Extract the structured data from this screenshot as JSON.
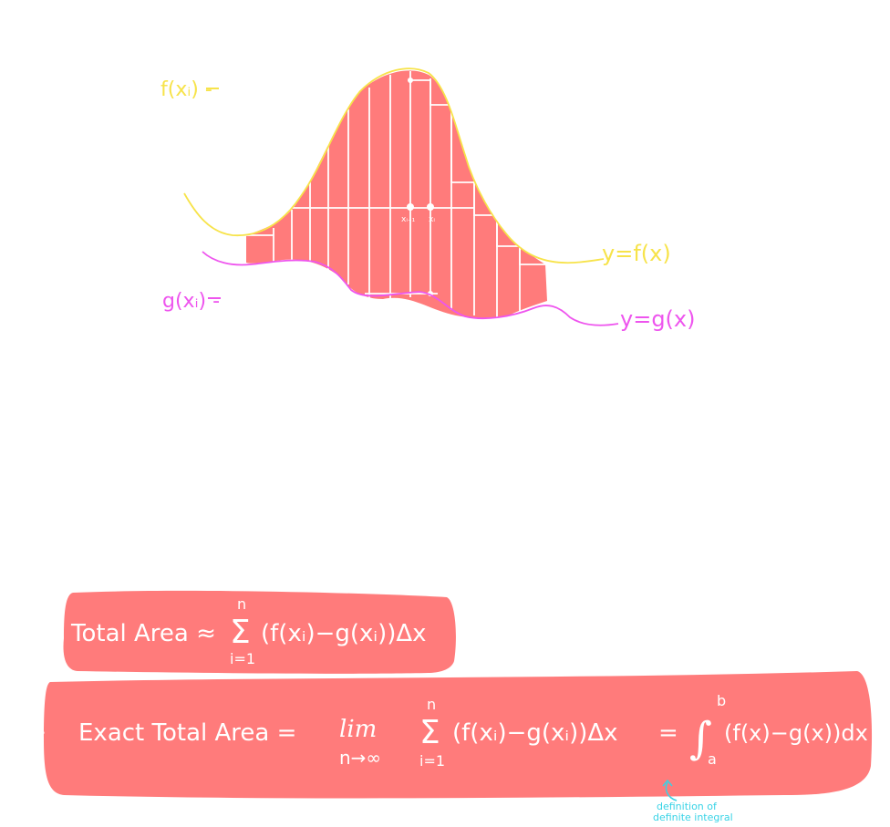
{
  "labels": {
    "f_xi": "f(xᵢ) -",
    "g_xi": "g(xᵢ) -",
    "y_fx": "y=f(x)",
    "y_gx": "y=g(x)",
    "x_i_minus_1": "xᵢ₋₁",
    "x_i": "xᵢ"
  },
  "formulas": {
    "approx": {
      "lhs": "Total Area ≈",
      "sum_top": "n",
      "sum_symbol": "Σ",
      "sum_bottom": "i=1",
      "body": "(f(xᵢ)−g(xᵢ))Δx"
    },
    "exact": {
      "bullet": "∘",
      "lhs": "Exact Total Area =",
      "lim": "lim",
      "lim_sub": "n→∞",
      "sum_top": "n",
      "sum_symbol": "Σ",
      "sum_bottom": "i=1",
      "body": "(f(xᵢ)−g(xᵢ))Δx",
      "equals": "=",
      "integral": "∫",
      "upper": "b",
      "lower": "a",
      "integrand": "(f(x)−g(x))dx"
    },
    "note_line1": "definition of",
    "note_line2": "definite integral"
  },
  "colors": {
    "fill": "#ff7b7b",
    "f_curve": "#f7e34a",
    "g_curve": "#ee55ee",
    "note": "#37d3e6",
    "white": "#ffffff"
  }
}
